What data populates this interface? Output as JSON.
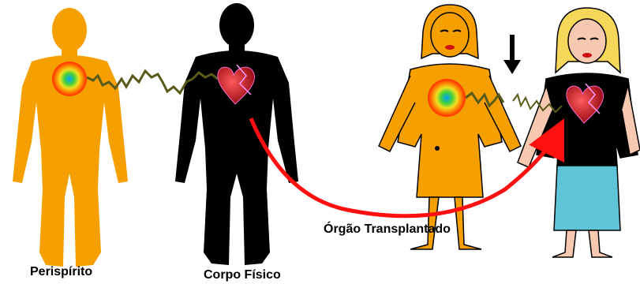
{
  "labels": {
    "perispirito": "Perispírito",
    "corpo_fisico": "Corpo Físico",
    "orgao_transplantado": "Órgão Transplantado"
  },
  "colors": {
    "perispirit_body": "#f5a000",
    "physical_body": "#000000",
    "heart": "#c8202a",
    "energy_wave": "#5a5a1a",
    "transplant_arrow": "#ff1010",
    "recipient_skirt": "#5ec4d8",
    "recipient_hair": "#f5d85a",
    "aura_outer": "#ff2a00",
    "aura_inner": "#00a0ff"
  },
  "icons": {
    "aura": "aura-icon",
    "heart": "heart-icon",
    "down_arrow": "down-arrow-icon"
  }
}
